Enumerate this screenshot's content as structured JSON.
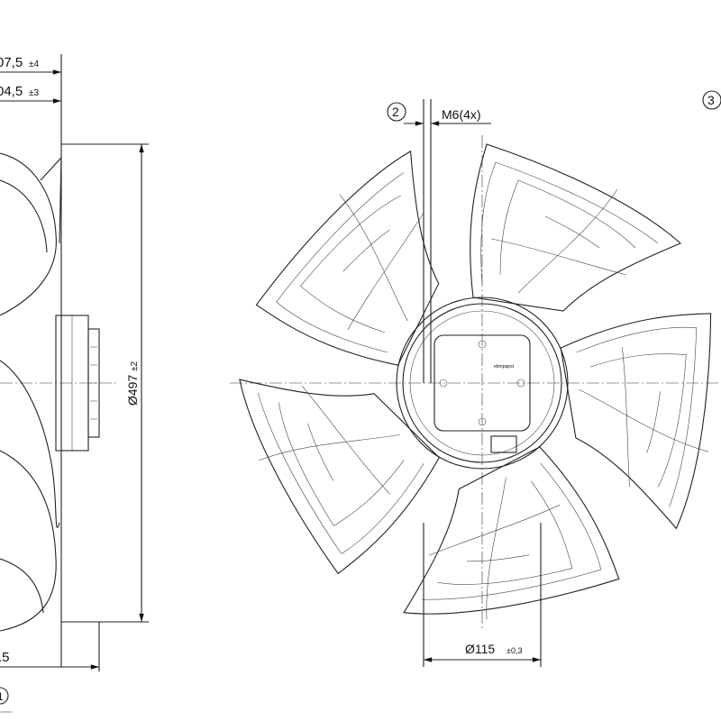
{
  "drawing": {
    "dimensions": {
      "top_dim_1": {
        "value": "07,5",
        "tolerance": "±4"
      },
      "top_dim_2": {
        "value": "04,5",
        "tolerance": "±3"
      },
      "diameter_outer": {
        "value": "Ø497",
        "tolerance": "±2"
      },
      "diameter_hub": {
        "value": "Ø115",
        "tolerance": "±0,3"
      },
      "bottom_dim": {
        "value": ".5"
      },
      "thread": "M6(4x)"
    },
    "callouts": [
      "1",
      "2",
      "3"
    ],
    "logo_text": "ebmpapst"
  },
  "colors": {
    "line": "#222222",
    "background": "#ffffff"
  }
}
